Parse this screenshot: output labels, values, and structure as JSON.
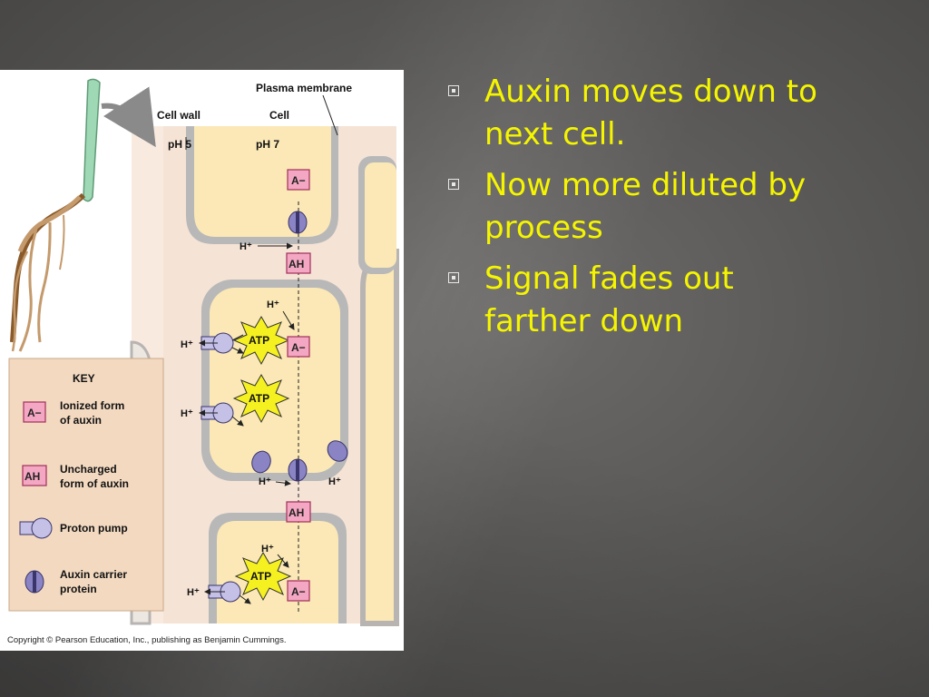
{
  "slide": {
    "bullets": [
      {
        "text": "Auxin moves down to next cell."
      },
      {
        "text": "Now more diluted by process"
      },
      {
        "text": "Signal fades out farther down"
      }
    ],
    "colors": {
      "bullet_text": "#f5f500",
      "background": "#5c5b59"
    }
  },
  "figure": {
    "labels": {
      "plasma_membrane": "Plasma membrane",
      "cell_wall": "Cell wall",
      "cell": "Cell",
      "ph_outside": "pH 5",
      "ph_inside": "pH 7",
      "ionized": "A−",
      "uncharged": "AH",
      "proton": "H⁺",
      "atp": "ATP"
    },
    "key": {
      "title": "KEY",
      "items": [
        {
          "symbol": "A−",
          "line1": "Ionized form",
          "line2": "of auxin"
        },
        {
          "symbol": "AH",
          "line1": "Uncharged",
          "line2": "form of auxin"
        },
        {
          "symbol": "proton-pump-icon",
          "line1": "Proton pump",
          "line2": ""
        },
        {
          "symbol": "carrier-protein-icon",
          "line1": "Auxin carrier",
          "line2": "protein"
        }
      ]
    },
    "copyright": "Copyright © Pearson Education, Inc., publishing as Benjamin Cummings."
  }
}
